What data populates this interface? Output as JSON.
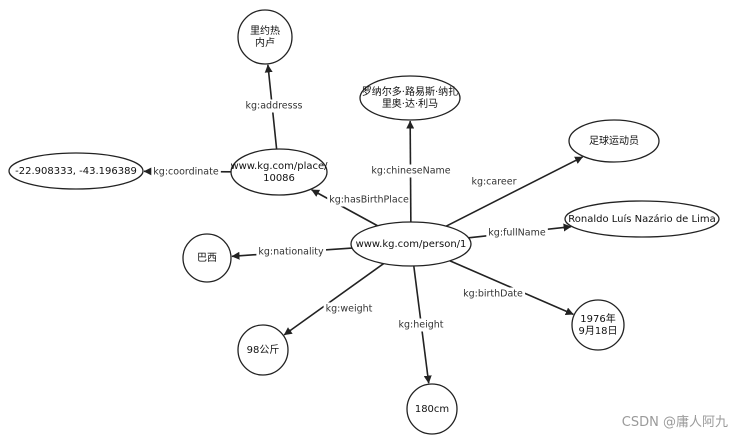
{
  "diagram": {
    "nodes": [
      {
        "id": "person",
        "shape": "ellipse",
        "lines": [
          "www.kg.com/person/1"
        ]
      },
      {
        "id": "place",
        "shape": "ellipse",
        "lines": [
          "www.kg.com/place/",
          "10086"
        ]
      },
      {
        "id": "address",
        "shape": "circle",
        "lines": [
          "里约热",
          "内卢"
        ]
      },
      {
        "id": "coordinate",
        "shape": "ellipse",
        "lines": [
          "-22.908333, -43.196389"
        ]
      },
      {
        "id": "chinese_name",
        "shape": "ellipse",
        "lines": [
          "罗纳尔多·路易斯·纳扎",
          "里奥·达·利马"
        ]
      },
      {
        "id": "career",
        "shape": "ellipse",
        "lines": [
          "足球运动员"
        ]
      },
      {
        "id": "full_name",
        "shape": "ellipse",
        "lines": [
          "Ronaldo Luís Nazário de Lima"
        ]
      },
      {
        "id": "nationality",
        "shape": "circle",
        "lines": [
          "巴西"
        ]
      },
      {
        "id": "birth_date",
        "shape": "circle",
        "lines": [
          "1976年",
          "9月18日"
        ]
      },
      {
        "id": "weight",
        "shape": "circle",
        "lines": [
          "98公斤"
        ]
      },
      {
        "id": "height",
        "shape": "circle",
        "lines": [
          "180cm"
        ]
      }
    ],
    "edges": [
      {
        "from": "place",
        "to": "address",
        "label": "kg:addresss"
      },
      {
        "from": "place",
        "to": "coordinate",
        "label": "kg:coordinate"
      },
      {
        "from": "person",
        "to": "place",
        "label": "kg:hasBirthPlace"
      },
      {
        "from": "person",
        "to": "chinese_name",
        "label": "kg:chineseName"
      },
      {
        "from": "person",
        "to": "career",
        "label": "kg:career"
      },
      {
        "from": "person",
        "to": "full_name",
        "label": "kg:fullName"
      },
      {
        "from": "person",
        "to": "nationality",
        "label": "kg:nationality"
      },
      {
        "from": "person",
        "to": "birth_date",
        "label": "kg:birthDate"
      },
      {
        "from": "person",
        "to": "weight",
        "label": "kg:weight"
      },
      {
        "from": "person",
        "to": "height",
        "label": "kg:height"
      }
    ]
  },
  "watermark": "CSDN @庸人阿九"
}
